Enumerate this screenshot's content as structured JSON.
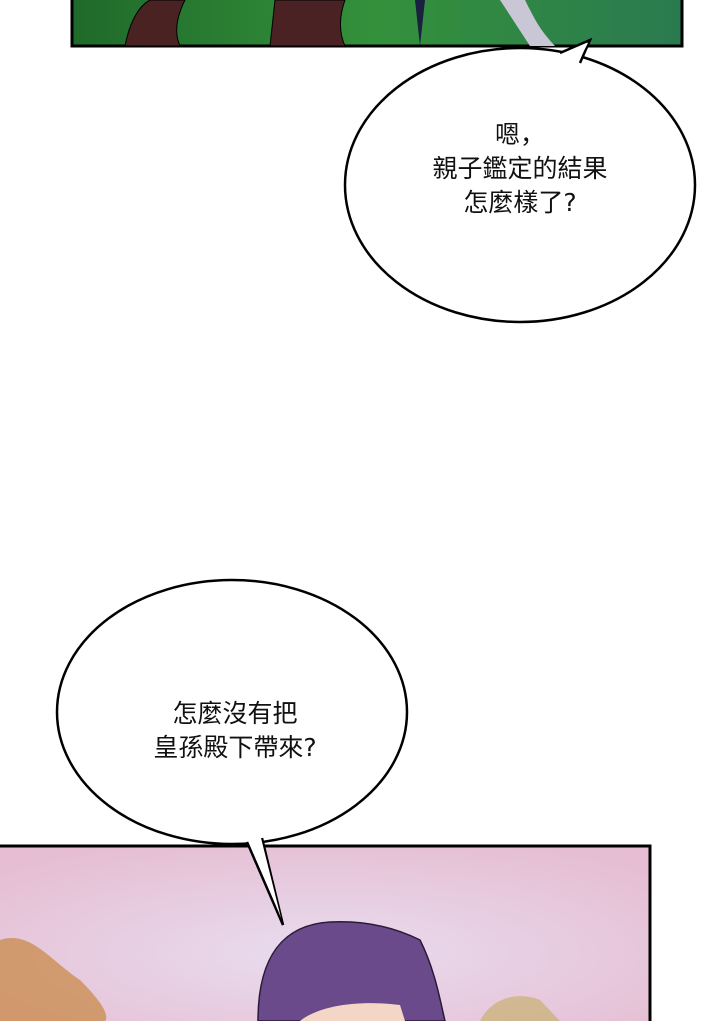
{
  "bubbles": [
    {
      "lines": [
        "嗯，",
        "親子鑑定的結果",
        "怎麼樣了?"
      ]
    },
    {
      "lines": [
        "怎麼沒有把",
        "皇孫殿下帶來?"
      ]
    }
  ],
  "colors": {
    "top_panel": "#2f7a35",
    "bottom_panel": "#e3c3d6",
    "hair": "#6a4a8a"
  }
}
